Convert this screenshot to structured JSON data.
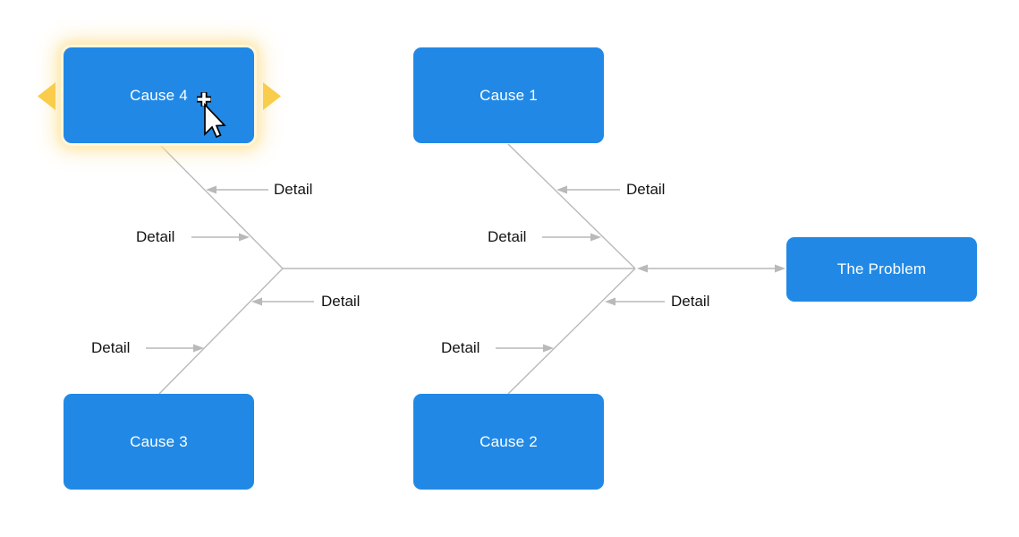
{
  "nodes": {
    "cause1": {
      "label": "Cause 1",
      "selected": false
    },
    "cause2": {
      "label": "Cause 2",
      "selected": false
    },
    "cause3": {
      "label": "Cause 3",
      "selected": false
    },
    "cause4": {
      "label": "Cause 4",
      "selected": true
    },
    "problem": {
      "label": "The Problem",
      "selected": false
    }
  },
  "details": {
    "labels": [
      "Detail",
      "Detail",
      "Detail",
      "Detail",
      "Detail",
      "Detail",
      "Detail",
      "Detail"
    ]
  },
  "selection": {
    "selected_node": "Cause 4",
    "handles": [
      "extend-left-handle",
      "extend-right-handle"
    ]
  },
  "cursor": {
    "icon": "add-pointer-cursor-icon"
  },
  "colors": {
    "node-fill": "#2189e5",
    "node-text": "#ffffff",
    "edge": "#b9b9b9",
    "detail-text": "#141414",
    "handle": "#f9cd4b",
    "glow": "#ffe9ad",
    "background": "#ffffff"
  }
}
